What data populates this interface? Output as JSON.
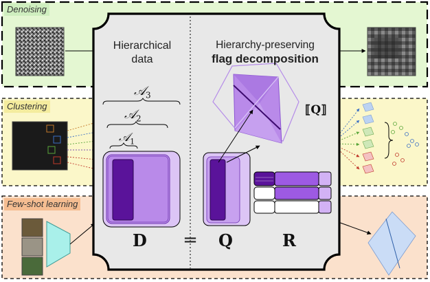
{
  "panels": {
    "denoising": "Denoising",
    "clustering": "Clustering",
    "fewshot": "Few-shot learning"
  },
  "center": {
    "left_title_line1": "Hierarchical",
    "left_title_line2": "data",
    "right_title_line1": "Hierarchy-preserving",
    "right_title_line2": "flag decomposition",
    "sets": [
      {
        "sym": "𝒜",
        "sub": "3"
      },
      {
        "sym": "𝒜",
        "sub": "2"
      },
      {
        "sym": "𝒜",
        "sub": "1"
      }
    ],
    "flag_label": "⟦Q⟧",
    "matrix_D": "D",
    "equals": "=",
    "matrix_Q": "Q",
    "matrix_R": "R"
  },
  "colors": {
    "denoise_bg": "#e4f7d2",
    "cluster_bg": "#fbf7c9",
    "fewshot_bg": "#fbe1cc",
    "fewshot_tag": "#f5bd91",
    "center_bg": "#e8e8e8",
    "purple_dark": "#5a139a",
    "purple_mid": "#9d5ae3",
    "purple_light": "#c69cf2",
    "purple_pale": "#e8d6fb"
  }
}
